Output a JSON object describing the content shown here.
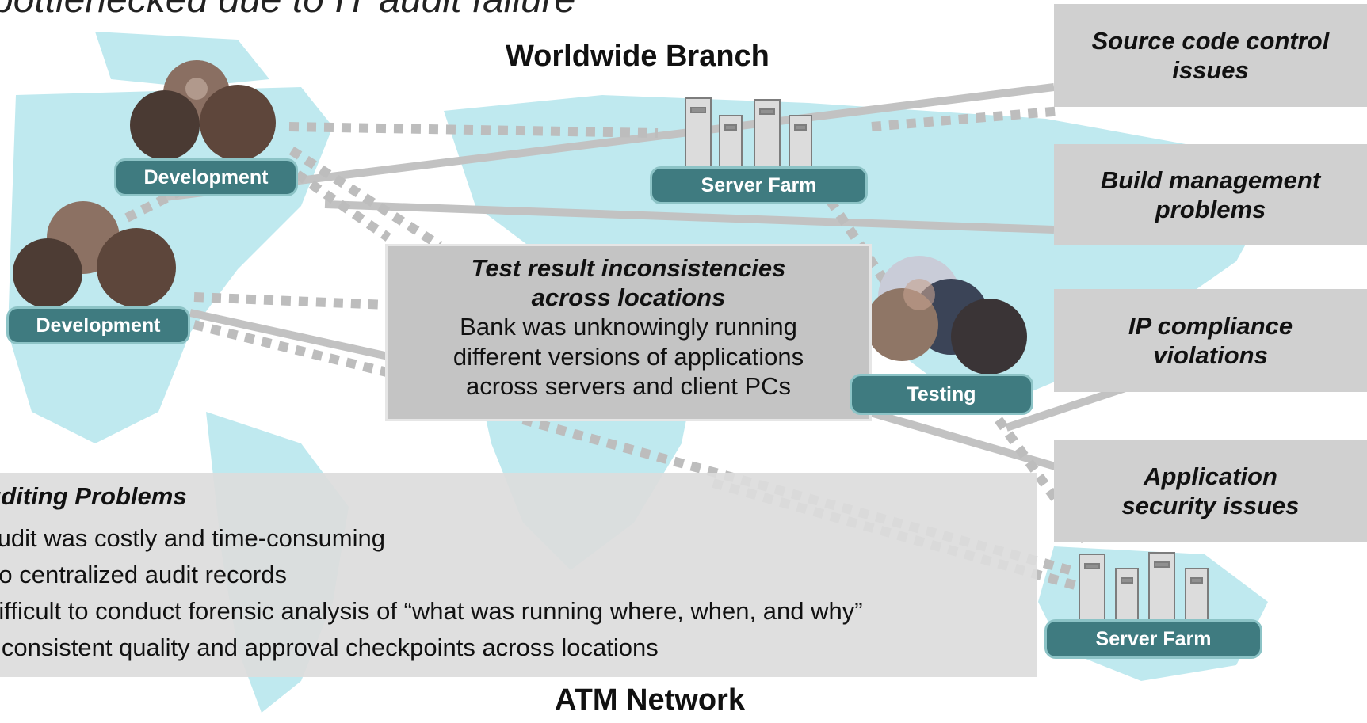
{
  "title_fragment": "bottlenecked due to IT audit failure",
  "regions": {
    "worldwide": "Worldwide Branch",
    "atm": "ATM Network"
  },
  "nodes": {
    "dev1": "Development",
    "dev2": "Development",
    "farm1": "Server Farm",
    "farm2": "Server Farm",
    "testing": "Testing"
  },
  "callouts": [
    {
      "line1": "Source code control",
      "line2": "issues"
    },
    {
      "line1": "Build management",
      "line2": "problems"
    },
    {
      "line1": "IP compliance",
      "line2": "violations"
    },
    {
      "line1": "Application",
      "line2": "security issues"
    }
  ],
  "test_box": {
    "heading1": "Test result inconsistencies",
    "heading2": "across locations",
    "body1": "Bank was unknowingly running",
    "body2": "different versions of applications",
    "body3": "across servers and client PCs"
  },
  "problems": {
    "heading": "Auditing Problems",
    "items": [
      "Audit was costly and time-consuming",
      "No centralized audit records",
      "Difficult to conduct forensic analysis of “what was running where, when, and why”",
      "Inconsistent quality and approval checkpoints across locations"
    ]
  },
  "colors": {
    "map": "#bfe9ef",
    "pill": "#3f7b80",
    "callout": "#d0d0d0",
    "connector": "#b8b8b8"
  }
}
